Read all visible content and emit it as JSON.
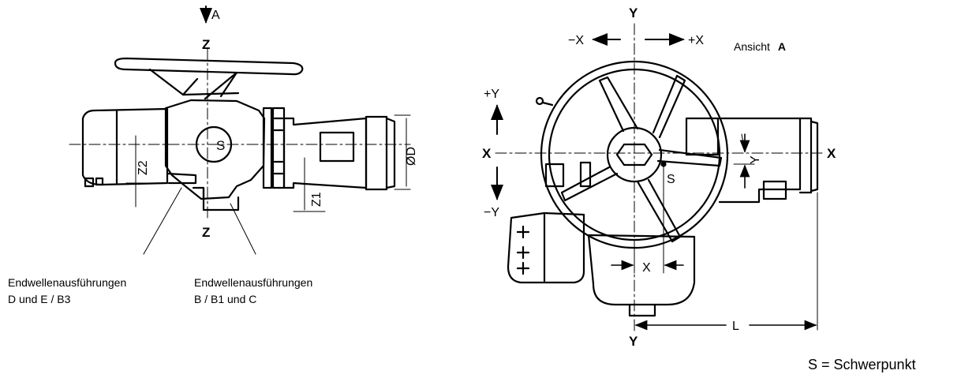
{
  "left_view": {
    "arrow_label": "A",
    "axis_top": "Z",
    "axis_bottom": "Z",
    "center_label": "S",
    "dim_diameter": "ØD",
    "dim_z1": "Z1",
    "dim_z2": "Z2"
  },
  "right_view": {
    "view_title": "Ansicht",
    "view_title_letter": "A",
    "axis_top": "Y",
    "axis_bottom": "Y",
    "axis_left": "X",
    "axis_right": "X",
    "minus_x": "−X",
    "plus_x": "+X",
    "plus_y": "+Y",
    "minus_y": "−Y",
    "center_label": "S",
    "dim_x": "X",
    "dim_y": "Y",
    "dim_l": "L"
  },
  "captions": {
    "left_line1": "Endwellenausführungen",
    "left_line2": "D und E / B3",
    "right_line1": "Endwellenausführungen",
    "right_line2": "B / B1 und C"
  },
  "legend": "S = Schwerpunkt"
}
